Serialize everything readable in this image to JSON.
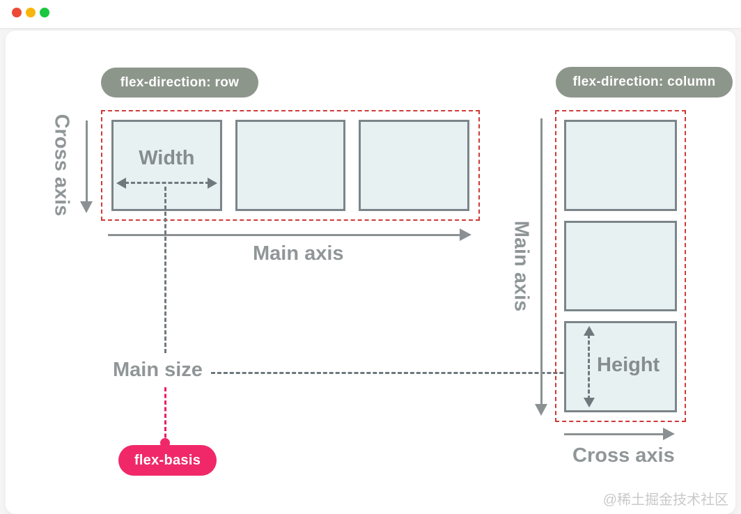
{
  "window": {
    "traffic_lights": [
      {
        "name": "close",
        "color": "#ed4a35"
      },
      {
        "name": "minimize",
        "color": "#f7b50c"
      },
      {
        "name": "maximize",
        "color": "#1bc740"
      }
    ]
  },
  "diagram": {
    "row": {
      "badge": "flex-direction: row",
      "cross_axis": "Cross axis",
      "main_axis": "Main axis",
      "width": "Width",
      "main_size": "Main size",
      "flex_basis": "flex-basis",
      "box_count": 3
    },
    "column": {
      "badge": "flex-direction: column",
      "main_axis": "Main axis",
      "cross_axis": "Cross axis",
      "height": "Height",
      "box_count": 3
    }
  },
  "colors": {
    "badge_sage": "#8d968b",
    "flex_basis_pink": "#f0286a",
    "container_dashed_red": "#cf3936",
    "pink_dash": "#e81f63",
    "label_gray": "#909697",
    "detail_dash_gray": "#6f797d",
    "box_fill": "#e7f1f2",
    "box_border": "#7b8589"
  },
  "watermark": "@稀土掘金技术社区"
}
